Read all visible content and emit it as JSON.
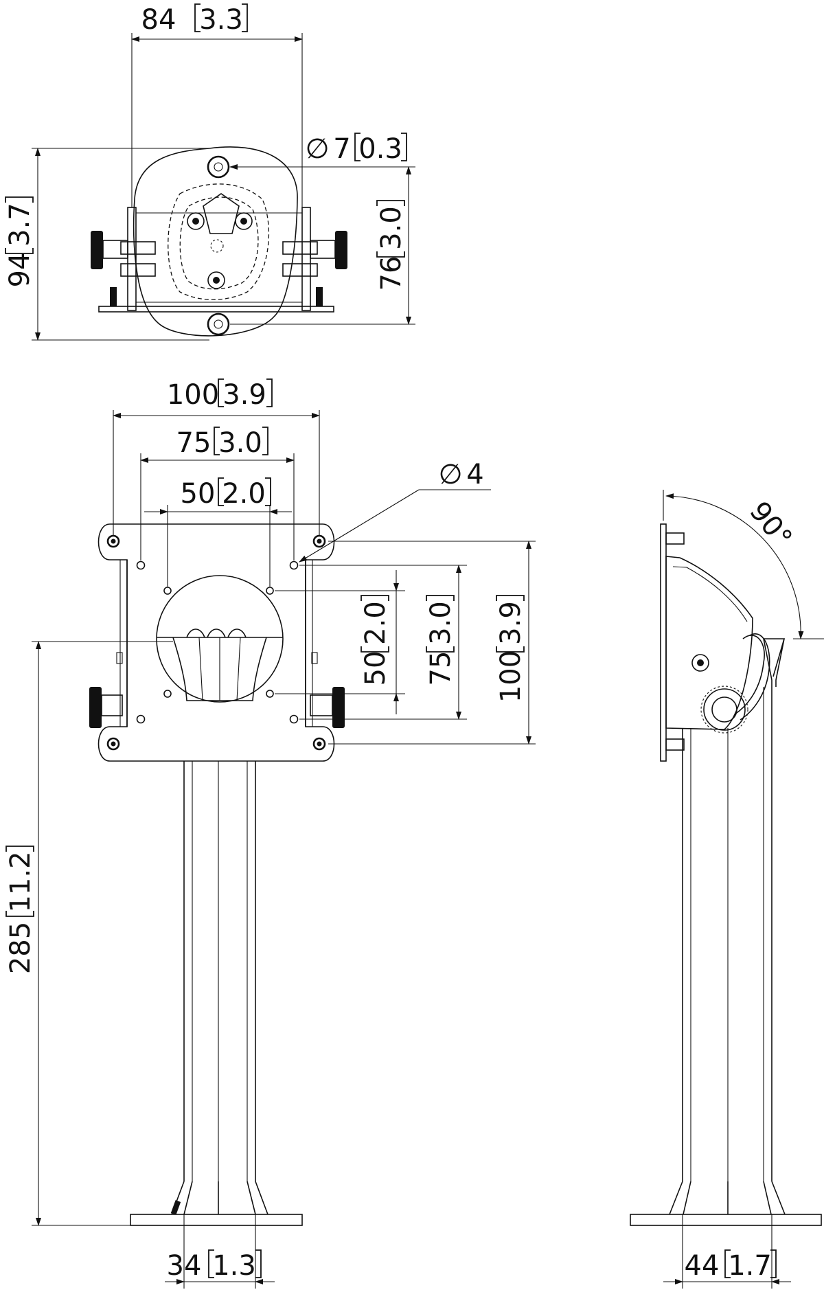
{
  "dimensions": {
    "top_width": {
      "mm": "84",
      "in": "3.3"
    },
    "top_height": {
      "mm": "94",
      "in": "3.7"
    },
    "hole_diameter": {
      "mm": "7",
      "in": "0.3"
    },
    "hole_spacing": {
      "mm": "76",
      "in": "3.0"
    },
    "vesa_100_w": {
      "mm": "100",
      "in": "3.9"
    },
    "vesa_75_w": {
      "mm": "75",
      "in": "3.0"
    },
    "vesa_50_w": {
      "mm": "50",
      "in": "2.0"
    },
    "vesa_hole_diameter": {
      "mm": "4"
    },
    "vesa_50_h": {
      "mm": "50",
      "in": "2.0"
    },
    "vesa_75_h": {
      "mm": "75",
      "in": "3.0"
    },
    "vesa_100_h": {
      "mm": "100",
      "in": "3.9"
    },
    "total_height": {
      "mm": "285",
      "in": "11.2"
    },
    "column_width_front": {
      "mm": "34",
      "in": "1.3"
    },
    "column_width_side": {
      "mm": "44",
      "in": "1.7"
    },
    "tilt_angle": "90°"
  },
  "symbols": {
    "diameter": "∅"
  },
  "colors": {
    "line": "#111111",
    "background": "#ffffff"
  }
}
